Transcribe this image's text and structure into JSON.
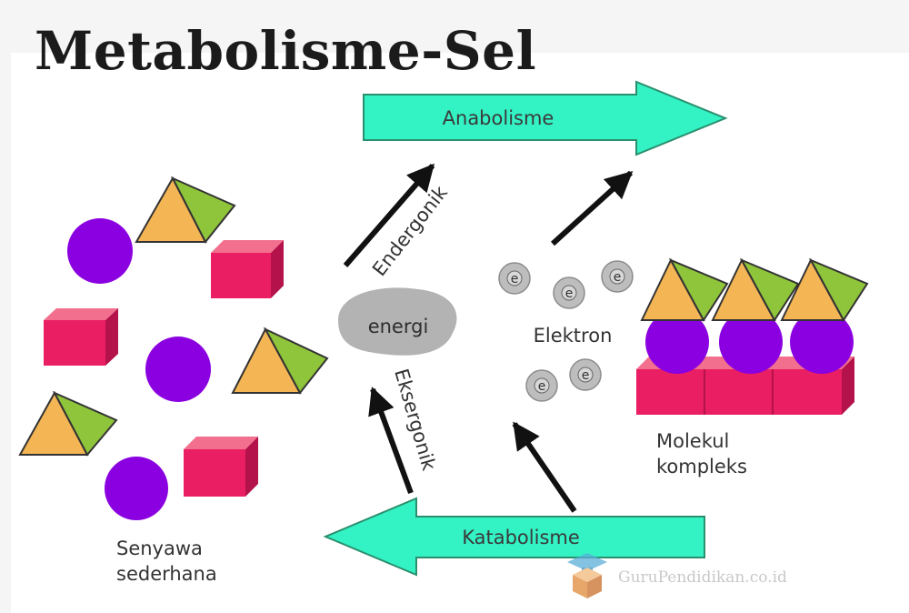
{
  "title": "Metabolisme-Sel",
  "labels": {
    "anabolisme": "Anabolisme",
    "katabolisme": "Katabolisme",
    "endergonik": "Endergonik",
    "eksergonik": "Eksergonik",
    "energi": "energi",
    "elektron": "Elektron",
    "electron_symbol": "e",
    "molekul_kompleks": [
      "Molekul",
      "kompleks"
    ],
    "senyawa_sederhana": [
      "Senyawa",
      "sederhana"
    ]
  },
  "watermark": "GuruPendidikan.co.id",
  "colors": {
    "arrow_fill": "#33f2c4",
    "arrow_stroke": "#2a8f6e",
    "circle": "#8b00e0",
    "cube_front": "#ea1e63",
    "cube_top": "#f2708e",
    "cube_side": "#b3124a",
    "triangle_orange": "#f4b555",
    "triangle_green": "#8fc53a",
    "energy_blob": "#b3b3b3",
    "electron": "#bdbdbd"
  },
  "icons": [
    "graduation-cap-icon",
    "box-icon"
  ]
}
